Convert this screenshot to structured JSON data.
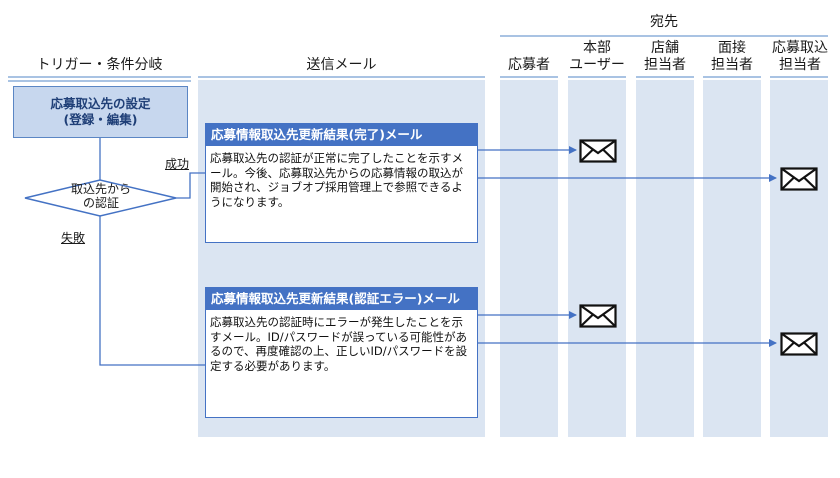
{
  "headers": {
    "recipients_group": "宛先",
    "trigger": "トリガー・条件分岐",
    "sent_mail": "送信メール",
    "applicant": "応募者",
    "hq_user": "本部\nユーザー",
    "store_manager": "店舗\n担当者",
    "interviewer": "面接\n担当者",
    "import_manager": "応募取込\n担当者"
  },
  "flow": {
    "start_box": "応募取込先の設定\n(登録・編集)",
    "decision": "取込先から\nの認証",
    "success_label": "成功",
    "failure_label": "失敗"
  },
  "mails": [
    {
      "title": "応募情報取込先更新結果(完了)メール",
      "body": "応募取込先の認証が正常に完了したことを示すメール。今後、応募取込先からの応募情報の取込が開始され、ジョブオプ採用管理上で参照できるようになります。",
      "recipients": [
        "hq_user",
        "import_manager"
      ]
    },
    {
      "title": "応募情報取込先更新結果(認証エラー)メール",
      "body": "応募取込先の認証時にエラーが発生したことを示すメール。ID/パスワードが誤っている可能性があるので、再度確認の上、正しいID/パスワードを設定する必要があります。",
      "recipients": [
        "hq_user",
        "import_manager"
      ]
    }
  ],
  "icons": {
    "mail": "envelope-icon"
  },
  "colors": {
    "column_bg": "#dbe5f2",
    "title_bar": "#4472c4",
    "start_fill": "#c7d7ee",
    "connector": "#4472c4",
    "header_line": "#a9c3e3"
  }
}
